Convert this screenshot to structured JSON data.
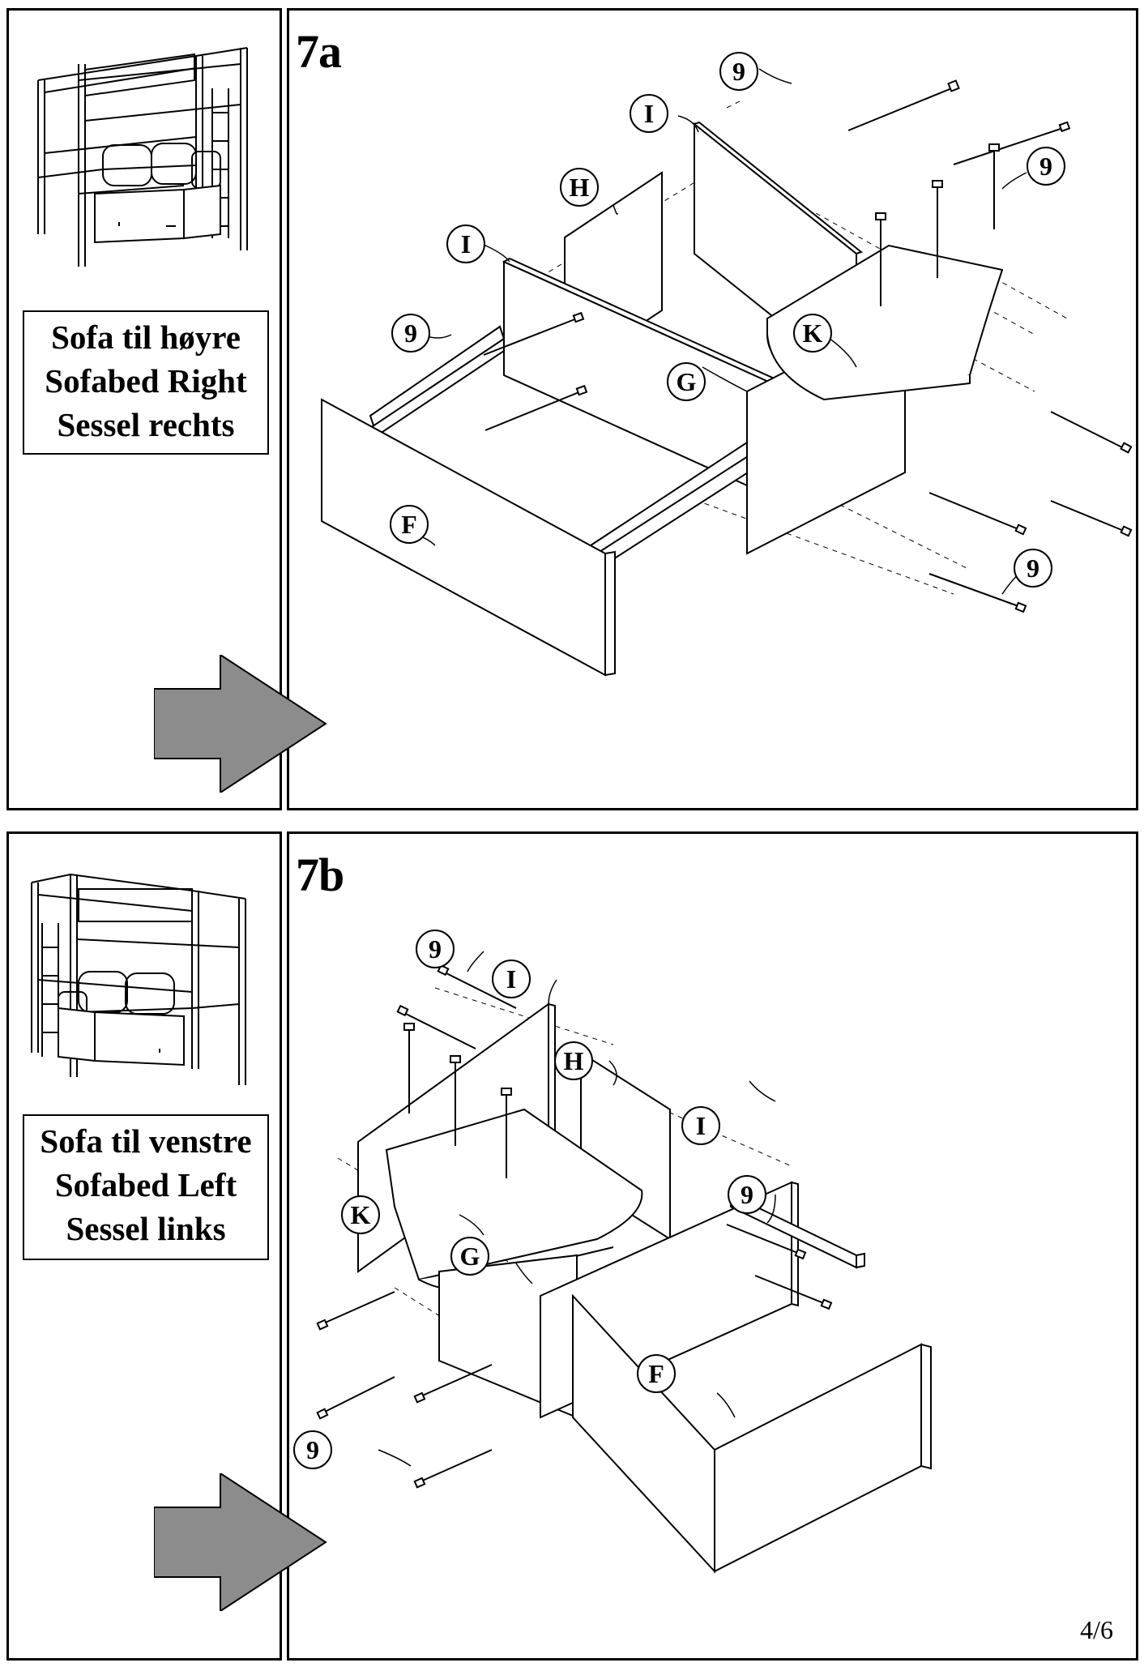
{
  "step_a": {
    "number": "7a",
    "labels": [
      "Sofa til høyre",
      "Sofabed Right",
      "Sessel rechts"
    ],
    "parts": {
      "I1": "I",
      "I2": "I",
      "H": "H",
      "K": "K",
      "G": "G",
      "F": "F",
      "s1": "9",
      "s2": "9",
      "s3": "9",
      "s4": "9"
    }
  },
  "step_b": {
    "number": "7b",
    "labels": [
      "Sofa til venstre",
      "Sofabed Left",
      "Sessel links"
    ],
    "parts": {
      "I1": "I",
      "I2": "I",
      "H": "H",
      "K": "K",
      "G": "G",
      "F": "F",
      "s1": "9",
      "s2": "9",
      "s3": "9"
    }
  },
  "page_number": "4/6",
  "colors": {
    "arrow": "#8c8c8c",
    "line": "#000000",
    "paper": "#ffffff"
  }
}
